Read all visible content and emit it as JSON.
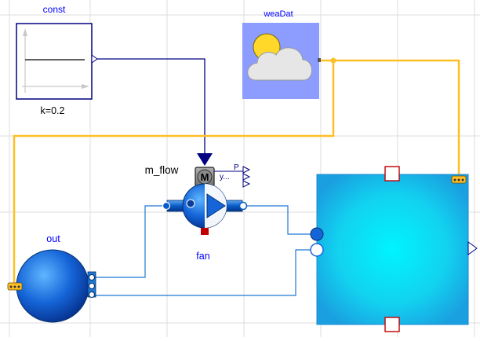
{
  "colors": {
    "grid": "#d8d8d8",
    "signal": "#000080",
    "weather_bus": "#ffbf27",
    "fluid": "#1e78d2",
    "label_blue": "#0000ff",
    "room": "#19e0f0",
    "sky": "#8c9cff",
    "sun": "#ffd82a",
    "cloud": "#e6e6e6",
    "heat_port": "#c00000"
  },
  "components": {
    "const": {
      "name": "const",
      "parameter": "k=0.2"
    },
    "weaDat": {
      "name": "weaDat"
    },
    "fan": {
      "name": "fan",
      "input_name": "m_flow",
      "motor_letter": "M",
      "output_p": "P",
      "output_y": "y..."
    },
    "out": {
      "name": "out"
    },
    "room": {
      "name": ""
    }
  }
}
